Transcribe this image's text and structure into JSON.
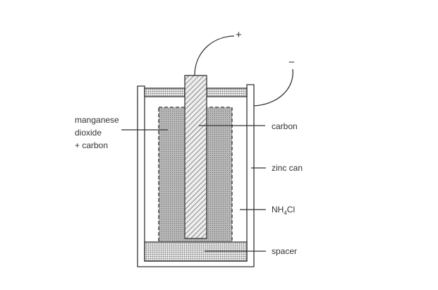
{
  "diagram": {
    "terminals": {
      "positive": "+",
      "negative": "−"
    },
    "labels": {
      "mno2_line1": "manganese",
      "mno2_line2": "dioxide",
      "mno2_line3": "+ carbon",
      "carbon": "carbon",
      "zinc_can": "zinc can",
      "electrolyte_pre": "NH",
      "electrolyte_sub": "4",
      "electrolyte_post": "Cl",
      "spacer": "spacer"
    }
  }
}
